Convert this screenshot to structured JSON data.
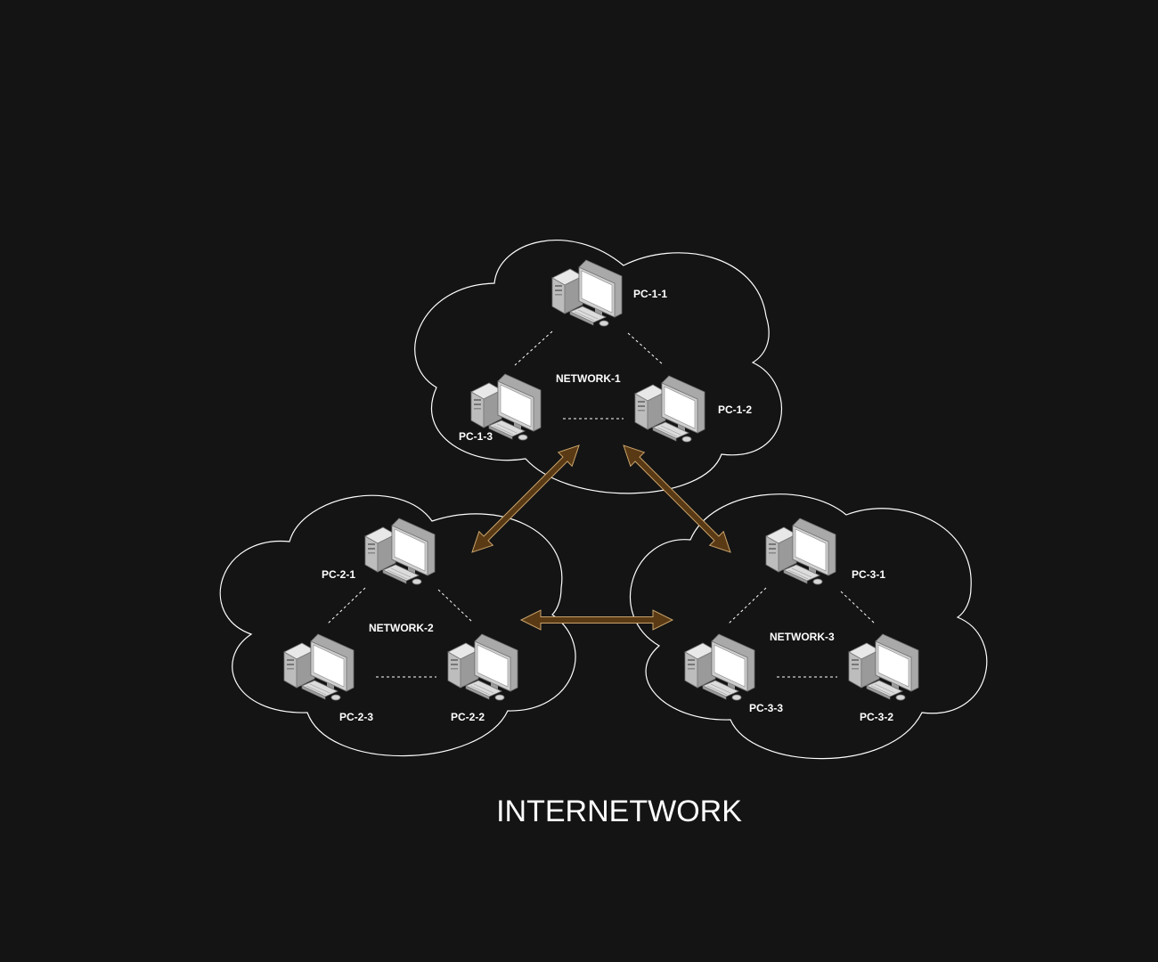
{
  "title": "INTERNETWORK",
  "colors": {
    "background": "#141414",
    "cloud_stroke": "#ffffff",
    "arrow_fill": "#5a3a14",
    "arrow_stroke": "#c9a36b"
  },
  "networks": [
    {
      "label": "NETWORK-1",
      "pcs": [
        {
          "label": "PC-1-1",
          "icon": "desktop-computer-icon"
        },
        {
          "label": "PC-1-2",
          "icon": "desktop-computer-icon"
        },
        {
          "label": "PC-1-3",
          "icon": "desktop-computer-icon"
        }
      ]
    },
    {
      "label": "NETWORK-2",
      "pcs": [
        {
          "label": "PC-2-1",
          "icon": "desktop-computer-icon"
        },
        {
          "label": "PC-2-2",
          "icon": "desktop-computer-icon"
        },
        {
          "label": "PC-2-3",
          "icon": "desktop-computer-icon"
        }
      ]
    },
    {
      "label": "NETWORK-3",
      "pcs": [
        {
          "label": "PC-3-1",
          "icon": "desktop-computer-icon"
        },
        {
          "label": "PC-3-2",
          "icon": "desktop-computer-icon"
        },
        {
          "label": "PC-3-3",
          "icon": "desktop-computer-icon"
        }
      ]
    }
  ]
}
